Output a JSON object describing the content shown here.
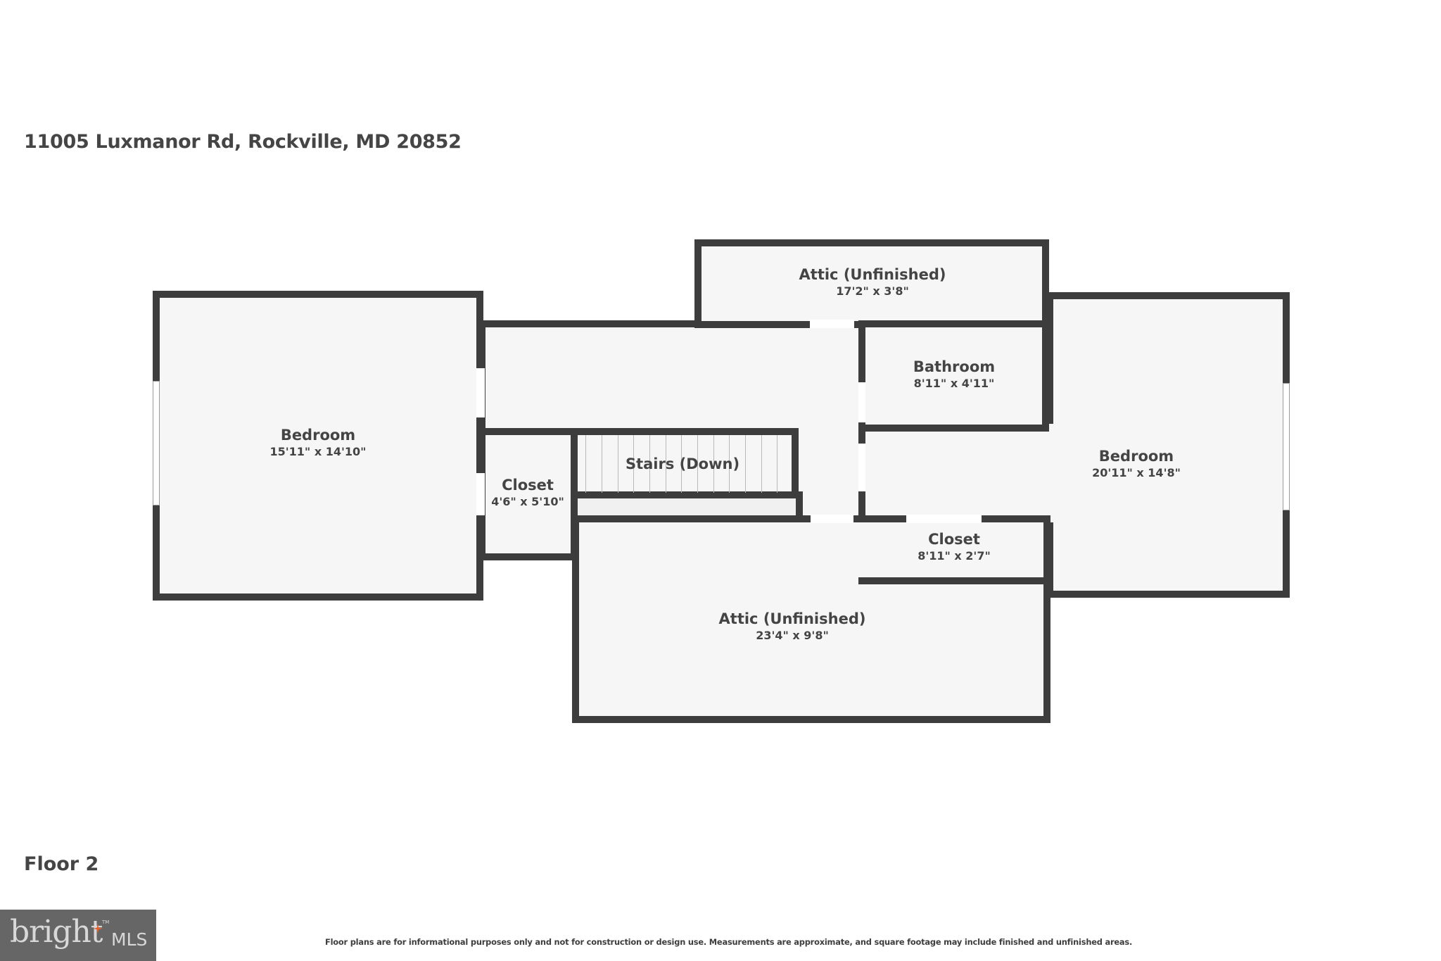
{
  "header": {
    "address": "11005 Luxmanor Rd, Rockville, MD 20852"
  },
  "floor": {
    "label": "Floor 2"
  },
  "footer": {
    "disclaimer": "Floor plans are for informational purposes only and not for construction or design use. Measurements are approximate, and square footage may include finished and unfinished areas.",
    "logo": {
      "brand": "bright",
      "suffix": "MLS",
      "tm": "TM",
      "accent": "#e8612c"
    }
  },
  "colors": {
    "wall": "#3d3d3d",
    "floor": "#f6f6f6",
    "text": "#444444"
  },
  "rooms": [
    {
      "name": "Bedroom",
      "dims": "15'11\" x 14'10\""
    },
    {
      "name": "Closet",
      "dims": "4'6\" x 5'10\""
    },
    {
      "name": "Stairs (Down)",
      "dims": ""
    },
    {
      "name": "Attic (Unfinished)",
      "dims": "17'2\" x 3'8\""
    },
    {
      "name": "Bathroom",
      "dims": "8'11\" x 4'11\""
    },
    {
      "name": "Bedroom",
      "dims": "20'11\" x 14'8\""
    },
    {
      "name": "Closet",
      "dims": "8'11\" x 2'7\""
    },
    {
      "name": "Attic (Unfinished)",
      "dims": "23'4\" x 9'8\""
    }
  ]
}
